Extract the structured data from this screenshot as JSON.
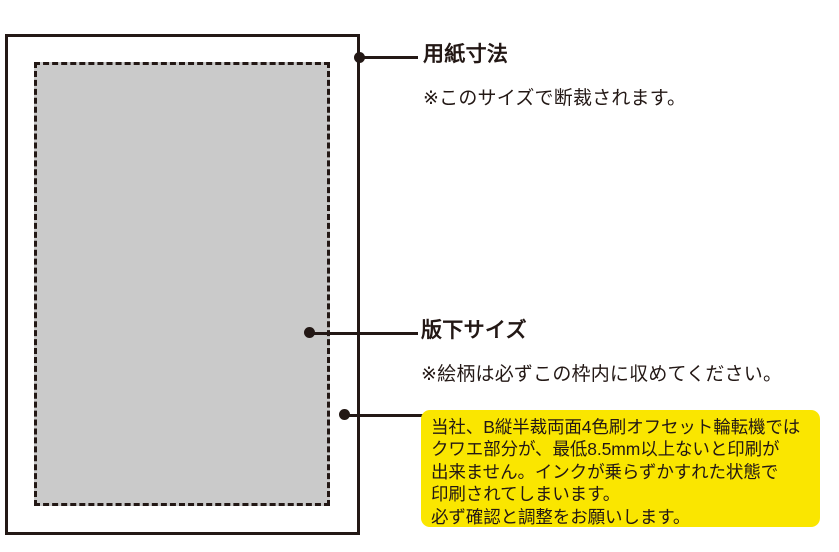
{
  "diagram": {
    "title_hidden": "",
    "paper": {
      "fill": "#ffffff",
      "border_color": "#231815"
    },
    "plate": {
      "fill": "#cacaca",
      "border_color": "#231815",
      "border_style": "dashed"
    }
  },
  "callouts": [
    {
      "id": "paper-size",
      "title": "用紙寸法",
      "note": "※このサイズで断裁されます。"
    },
    {
      "id": "plate-size",
      "title": "版下サイズ",
      "note": "※絵柄は必ずこの枠内に収めてください。"
    }
  ],
  "warning": {
    "background": "#fae600",
    "text_color": "#231815",
    "lines": [
      "当社、B縦半裁両面4色刷オフセット輪転機では",
      "クワエ部分が、最低8.5mm以上ないと印刷が",
      "出来ません。インクが乗らずかすれた状態で",
      "印刷されてしまいます。",
      "必ず確認と調整をお願いします。"
    ]
  }
}
